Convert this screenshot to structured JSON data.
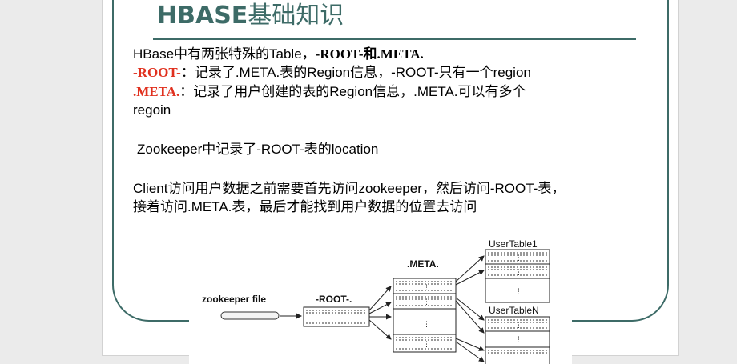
{
  "slide": {
    "title_latin": "HBASE",
    "title_cjk": "基础知识",
    "line1_a": "HBase中有两张特殊的Table，",
    "line1_b": "-ROOT-和.META.",
    "line2_red": "-ROOT-",
    "line2_rest": "：记录了.META.表的Region信息，-ROOT-只有一个region",
    "line3_red": ".META.",
    "line3_rest": "：记录了用户创建的表的Region信息，.META.可以有多个",
    "line4": "regoin",
    "line5": "Zookeeper中记录了-ROOT-表的location",
    "line6": "Client访问用户数据之前需要首先访问zookeeper，然后访问-ROOT-表，",
    "line7": "接着访问.META.表，最后才能找到用户数据的位置去访问"
  },
  "diagram": {
    "zookeeper_label": "zookeeper file",
    "root_label": "-ROOT-.",
    "meta_label": ".META.",
    "usertable1_label": "UserTable1",
    "usertablen_label": "UserTableN",
    "dots": "⋮"
  },
  "colors": {
    "frame": "#3d6b67",
    "accent_red": "#e0301e"
  }
}
